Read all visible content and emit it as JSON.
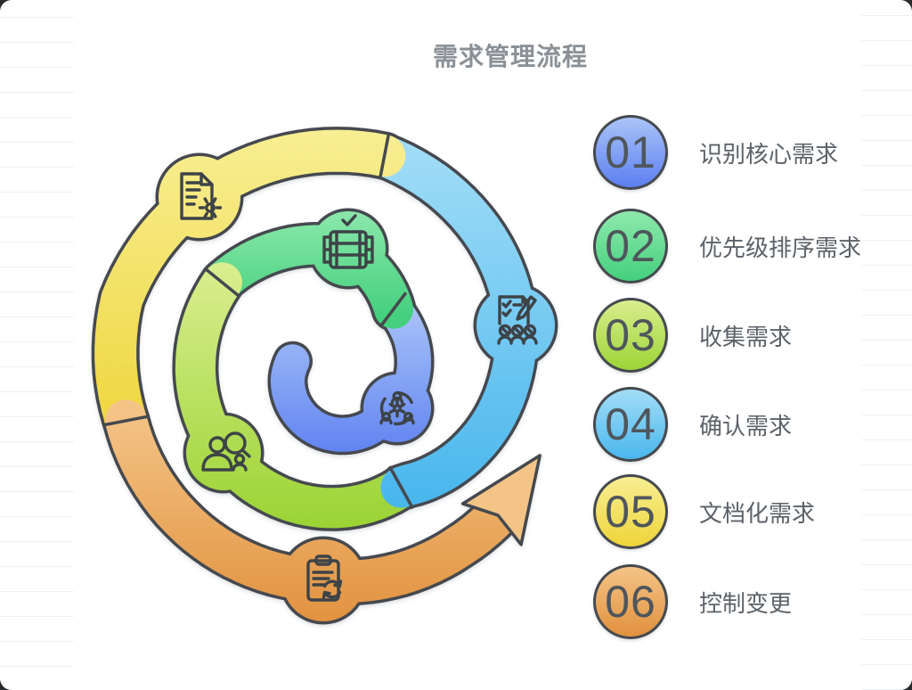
{
  "title": "需求管理流程",
  "title_color": "#8a9095",
  "steps": [
    {
      "num": "01",
      "label": "识别核心需求",
      "color_key": "inner"
    },
    {
      "num": "02",
      "label": "优先级排序需求",
      "color_key": "green"
    },
    {
      "num": "03",
      "label": "收集需求",
      "color_key": "lime"
    },
    {
      "num": "04",
      "label": "确认需求",
      "color_key": "sky"
    },
    {
      "num": "05",
      "label": "文档化需求",
      "color_key": "yellow"
    },
    {
      "num": "06",
      "label": "控制变更",
      "color_key": "orange"
    }
  ],
  "colors": {
    "inner": [
      "#aac4f8",
      "#5c7ff0"
    ],
    "green": [
      "#8fe9ad",
      "#44d07d"
    ],
    "lime": [
      "#d9ee8e",
      "#9cd436"
    ],
    "sky": [
      "#a2ddf7",
      "#4ab7ed"
    ],
    "yellow": [
      "#f8ee92",
      "#eed53a"
    ],
    "orange": [
      "#f4c487",
      "#e1913d"
    ],
    "outline": "#454a4f",
    "icon_stroke": "#3d4347",
    "number_color": "#4f565c",
    "label_color": "#5c6268"
  },
  "diagram": {
    "name": "requirements-management-spiral",
    "icons": [
      "team-gear-collaboration-icon",
      "table-check-icon",
      "user-research-magnifier-icon",
      "checklist-team-icon",
      "document-gear-icon",
      "clipboard-refresh-icon"
    ]
  }
}
